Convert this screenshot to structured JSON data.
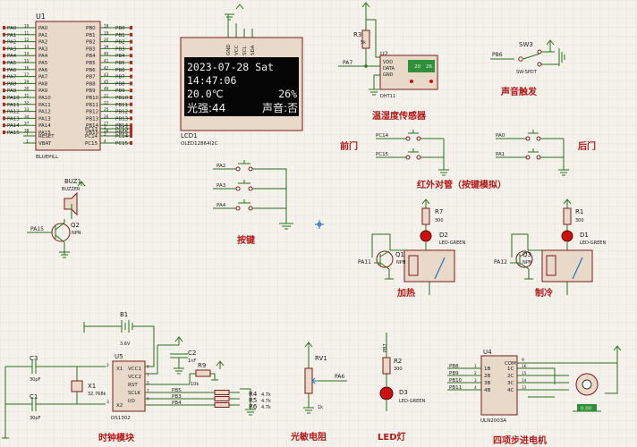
{
  "colors": {
    "background": "#f4f2ea",
    "grid": "#dcdad0",
    "wire": "#2a6e1e",
    "component_body": "#e9d9c8",
    "component_outline": "#7a1a1a",
    "label_red": "#b01818",
    "text": "#1a1a1a",
    "lcd_screen": "#050505",
    "lcd_text": "#f2f2f2",
    "led_red": "#cc1010",
    "dht_display": "#2f8f3a"
  },
  "u1": {
    "ref": "U1",
    "part": "BLUEPILL",
    "left_pins": [
      {
        "num": "10",
        "name": "PA0"
      },
      {
        "num": "11",
        "name": "PA1"
      },
      {
        "num": "12",
        "name": "PA2"
      },
      {
        "num": "13",
        "name": "PA3"
      },
      {
        "num": "14",
        "name": "PA4"
      },
      {
        "num": "15",
        "name": "PA5"
      },
      {
        "num": "16",
        "name": "PA6"
      },
      {
        "num": "17",
        "name": "PA7"
      },
      {
        "num": "29",
        "name": "PA8"
      },
      {
        "num": "30",
        "name": "PA9"
      },
      {
        "num": "31",
        "name": "PA10"
      },
      {
        "num": "32",
        "name": "PA11"
      },
      {
        "num": "33",
        "name": "PA12"
      },
      {
        "num": "34",
        "name": "PA13"
      },
      {
        "num": "37",
        "name": "PA14"
      },
      {
        "num": "38",
        "name": "PA15"
      }
    ],
    "right_pins": [
      {
        "num": "18",
        "name": "PB0"
      },
      {
        "num": "19",
        "name": "PB1"
      },
      {
        "num": "20",
        "name": "PB2"
      },
      {
        "num": "39",
        "name": "PB3"
      },
      {
        "num": "40",
        "name": "PB4"
      },
      {
        "num": "41",
        "name": "PB5"
      },
      {
        "num": "42",
        "name": "PB6"
      },
      {
        "num": "43",
        "name": "PB7"
      },
      {
        "num": "45",
        "name": "PB8"
      },
      {
        "num": "46",
        "name": "PB9"
      },
      {
        "num": "21",
        "name": "PB10"
      },
      {
        "num": "22",
        "name": "PB11"
      },
      {
        "num": "25",
        "name": "PB12"
      },
      {
        "num": "26",
        "name": "PB13"
      },
      {
        "num": "27",
        "name": "PB14"
      },
      {
        "num": "28",
        "name": "PB15"
      }
    ],
    "bottom_left_pins": [
      {
        "num": "7",
        "name": "RESET"
      },
      {
        "num": "1",
        "name": "VBAT"
      }
    ],
    "bottom_right_pins": [
      {
        "num": "2",
        "name": "PC13"
      },
      {
        "num": "3",
        "name": "PC14"
      },
      {
        "num": "4",
        "name": "PC15"
      }
    ]
  },
  "lcd": {
    "ref": "LCD1",
    "part": "OLED12864I2C",
    "pins": [
      "GND",
      "VCC",
      "SCL",
      "SDA"
    ],
    "line1": "2023-07-28  Sat",
    "line2": "14:47:06",
    "line3_left": "20.0℃",
    "line3_right": "26%",
    "line4_left": "光强:44",
    "line4_right": "声音:否"
  },
  "dht": {
    "ref": "U2",
    "part": "DHT11",
    "pins": [
      "VDD",
      "DATA",
      "GND"
    ],
    "resistor_ref": "R3",
    "resistor_value": "5k",
    "net": "PA7",
    "readout_temp": "20",
    "readout_hum": "26",
    "section_label": "温湿度传感器"
  },
  "sound": {
    "ref": "SW3",
    "part": "SW-SPDT",
    "net": "PB6",
    "section_label": "声音触发"
  },
  "ir": {
    "front_label": "前门",
    "rear_label": "后门",
    "section_label": "红外对管（按键模拟）",
    "front_nets": [
      "PC14",
      "PC15"
    ],
    "rear_nets": [
      "PA0",
      "PA1"
    ]
  },
  "keys": {
    "nets": [
      "PA2",
      "PA3",
      "PA4"
    ],
    "section_label": "按键"
  },
  "buzzer": {
    "ref": "BUZ1",
    "part": "BUZZER",
    "transistor_ref": "Q2",
    "transistor_type": "NPN",
    "net": "PA15"
  },
  "heat": {
    "resistor_ref": "R7",
    "resistor_value": "300",
    "led_ref": "D2",
    "led_part": "LED-GREEN",
    "transistor_ref": "Q1",
    "transistor_type": "NPN",
    "net": "PA11",
    "section_label": "加热"
  },
  "cool": {
    "resistor_ref": "R1",
    "resistor_value": "300",
    "led_ref": "D1",
    "led_part": "LED-GREEN",
    "transistor_ref": "Q3",
    "transistor_type": "NPN",
    "net": "PA12",
    "section_label": "制冷"
  },
  "rtc": {
    "chip_ref": "U5",
    "chip_part": "DS1302",
    "chip_left_pins": [
      {
        "num": "2",
        "name": "X1"
      },
      {
        "num": "3",
        "name": "X2"
      }
    ],
    "chip_right_pins": [
      {
        "num": "8",
        "name": "VCC1"
      },
      {
        "num": "1",
        "name": "VCC2"
      },
      {
        "num": "5",
        "name": "RST"
      },
      {
        "num": "7",
        "name": "SCLK"
      },
      {
        "num": "6",
        "name": "I/O"
      }
    ],
    "battery_ref": "B1",
    "battery_value": "3.6V",
    "c2_ref": "C2",
    "c2_value": "1nF",
    "r9_ref": "R9",
    "r9_value": "10k",
    "c3_ref": "C3",
    "c3_value": "30pF",
    "c1_ref": "C1",
    "c1_value": "30pF",
    "xtal_ref": "X1",
    "xtal_value": "32.768k",
    "nets": [
      "PB5",
      "PB3",
      "PB4"
    ],
    "pullups": [
      {
        "ref": "R4",
        "value": "4.7k"
      },
      {
        "ref": "R5",
        "value": "4.7k"
      },
      {
        "ref": "R6",
        "value": "4.7k"
      }
    ],
    "section_label": "时钟模块"
  },
  "ldr": {
    "ref": "RV1",
    "value": "1k",
    "net": "PA6",
    "section_label": "光敏电阻"
  },
  "led": {
    "resistor_ref": "R2",
    "resistor_value": "300",
    "led_ref": "D3",
    "led_part": "LED-GREEN",
    "net": "PB7",
    "section_label": "LED灯"
  },
  "stepper": {
    "chip_ref": "U4",
    "chip_part": "ULN2003A",
    "inputs": [
      {
        "num": "1",
        "name": "1B",
        "net": "PB8"
      },
      {
        "num": "2",
        "name": "2B",
        "net": "PB9"
      },
      {
        "num": "3",
        "name": "3B",
        "net": "PB10"
      },
      {
        "num": "4",
        "name": "4B",
        "net": "PB11"
      }
    ],
    "outputs": [
      {
        "num": "16",
        "name": "1C"
      },
      {
        "num": "15",
        "name": "2C"
      },
      {
        "num": "14",
        "name": "3C"
      },
      {
        "num": "13",
        "name": "4C"
      }
    ],
    "com_pin": "9",
    "com_label": "COM",
    "motor_value": "0.00",
    "section_label": "四项步进电机"
  }
}
